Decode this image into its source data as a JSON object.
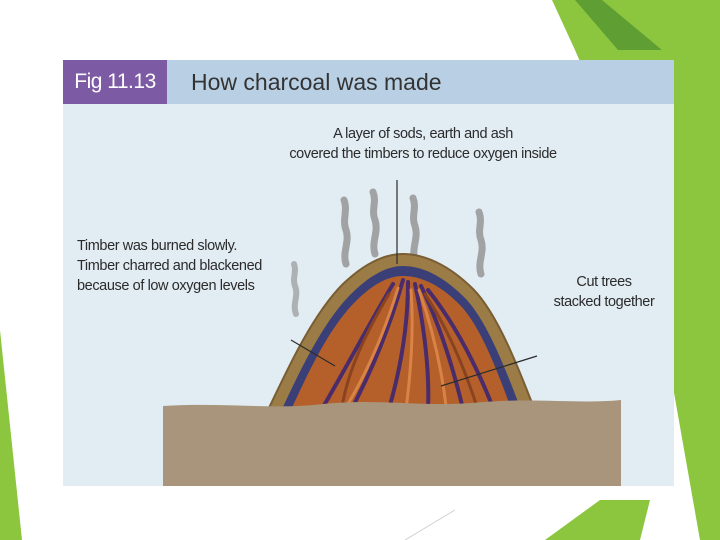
{
  "figure": {
    "number": "Fig 11.13",
    "title": "How charcoal was made"
  },
  "callouts": {
    "sods": {
      "line1": "A layer of sods, earth and ash",
      "line2": "covered the timbers to reduce oxygen inside"
    },
    "timber": {
      "line1": "Timber was burned slowly.",
      "line2": "Timber charred and blackened",
      "line3": "because of low oxygen levels"
    },
    "trees": {
      "line1": "Cut trees",
      "line2": "stacked together"
    }
  },
  "colors": {
    "fig_number_bg": "#7d5aa4",
    "header_bg": "#b9d0e4",
    "figure_bg": "#e2ecf3",
    "ground": "#a8957b",
    "sod_layer": "#9c7c46",
    "inner_layer": "#3b3f78",
    "wood": "#b5602b",
    "slide_accent": "#8cc63f"
  }
}
